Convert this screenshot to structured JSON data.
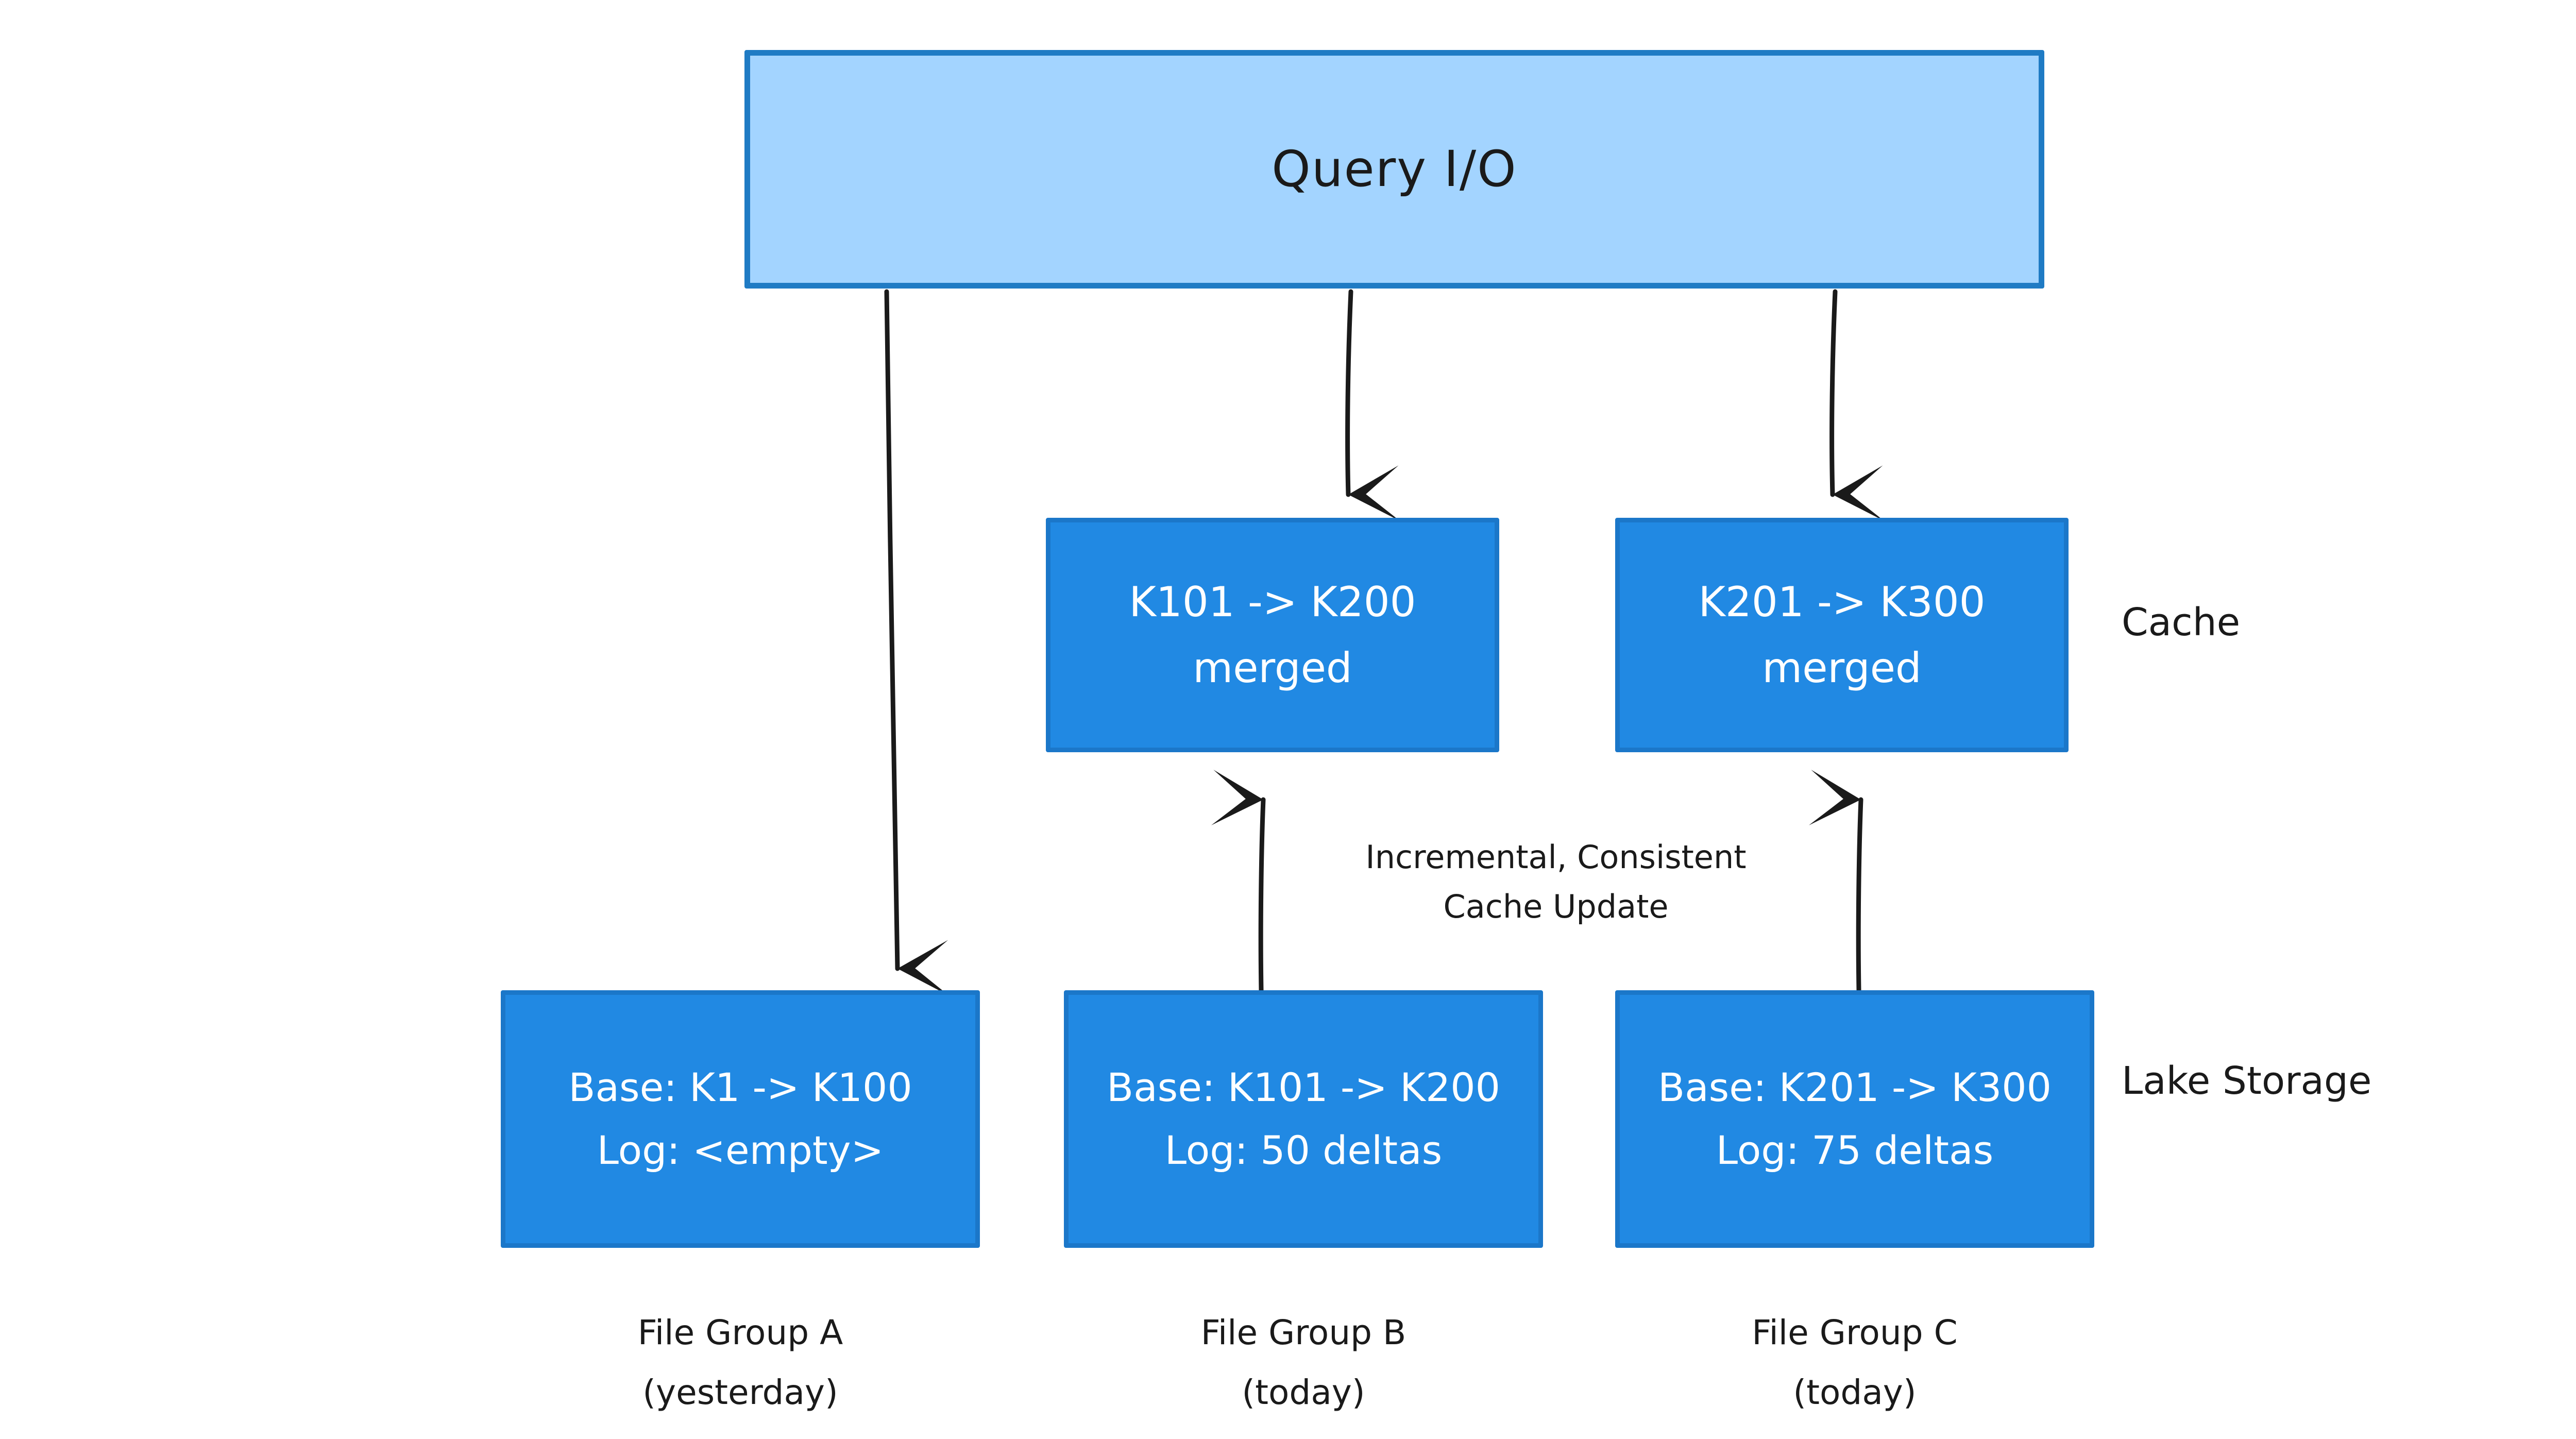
{
  "diagram": {
    "title_node": {
      "label": "Query I/O"
    },
    "cache_nodes": [
      {
        "line1": "K101 -> K200",
        "line2": "merged"
      },
      {
        "line1": "K201 -> K300",
        "line2": "merged"
      }
    ],
    "storage_nodes": [
      {
        "line1": "Base: K1 -> K100",
        "line2": "Log: <empty>"
      },
      {
        "line1": "Base: K101 -> K200",
        "line2": "Log: 50 deltas"
      },
      {
        "line1": "Base: K201 -> K300",
        "line2": "Log: 75 deltas"
      }
    ],
    "captions": [
      {
        "line1": "File Group A",
        "line2": "(yesterday)"
      },
      {
        "line1": "File Group B",
        "line2": "(today)"
      },
      {
        "line1": "File Group C",
        "line2": "(today)"
      }
    ],
    "tier_labels": {
      "cache": "Cache",
      "storage": "Lake Storage"
    },
    "edge_label": {
      "line1": "Incremental, Consistent",
      "line2": "Cache Update"
    },
    "colors": {
      "query_fill": "#a3d4ff",
      "query_stroke": "#1f7bc4",
      "node_fill": "#2189e3",
      "node_stroke": "#1b77c9",
      "arrow": "#1a1a1a",
      "text_dark": "#1a1a1a",
      "text_light": "#ffffff",
      "background": "#ffffff"
    }
  }
}
